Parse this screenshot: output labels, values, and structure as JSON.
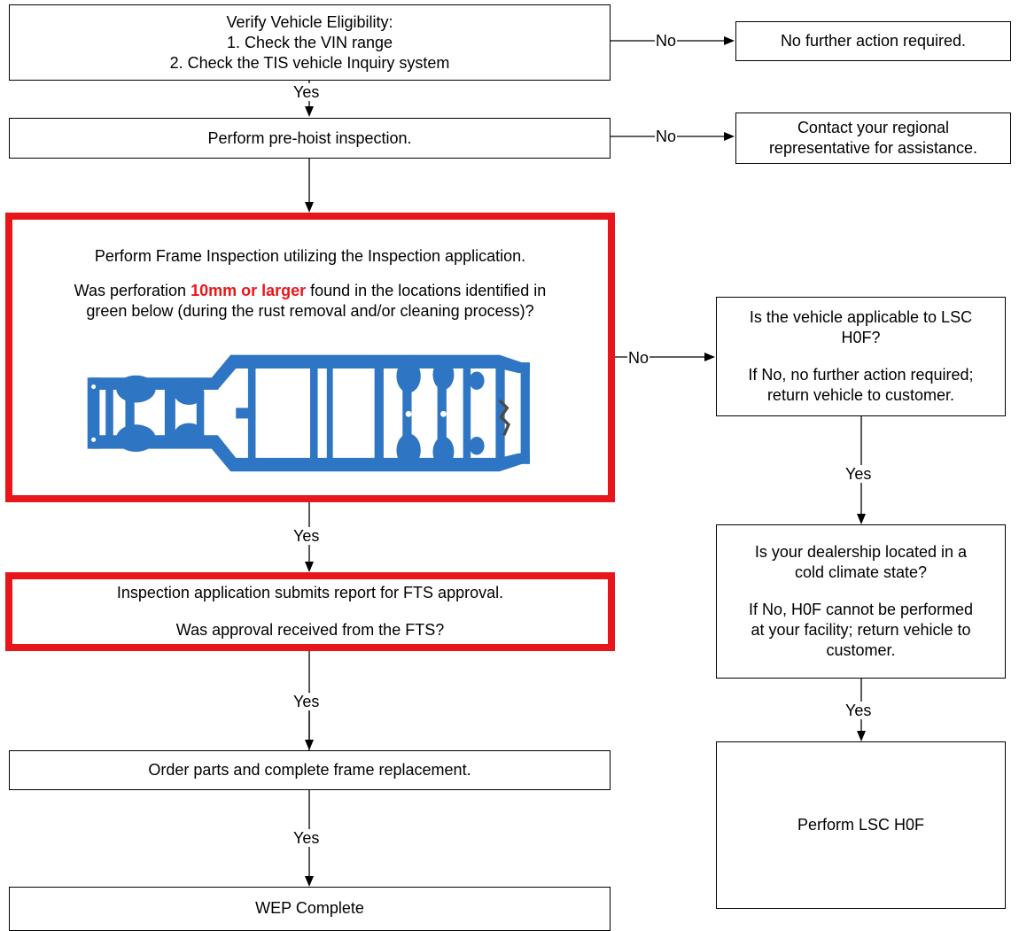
{
  "colors": {
    "highlight": "#e8161b",
    "frame": "#2e75c3",
    "frame_dark": "#1f5ea8",
    "inspection_zone": "#4a4a4a"
  },
  "nodes": {
    "verify": {
      "line1": "Verify Vehicle Eligibility:",
      "line2": "1. Check the VIN range",
      "line3": "2. Check the TIS vehicle Inquiry system"
    },
    "no_action": {
      "text": "No further action required."
    },
    "prehoist": {
      "text": "Perform pre-hoist inspection."
    },
    "contact": {
      "line1": "Contact your regional",
      "line2": "representative for assistance."
    },
    "frame_inspection": {
      "line1": "Perform Frame Inspection utilizing the Inspection application.",
      "q_before": "Was perforation ",
      "q_highlight": "10mm or larger",
      "q_after": " found in the locations identified in",
      "q_line2": "green below (during the rust removal and/or cleaning process)?"
    },
    "fts": {
      "line1": "Inspection application submits report for FTS approval.",
      "line2": "Was approval received from the FTS?"
    },
    "order_parts": {
      "text": "Order parts and complete frame replacement."
    },
    "wep": {
      "text": "WEP Complete"
    },
    "lsc_applicable": {
      "line1": "Is the vehicle applicable to LSC",
      "line2": "H0F?",
      "line3": "If No, no further action required;",
      "line4": "return vehicle to customer."
    },
    "cold_climate": {
      "line1": "Is your dealership located in a",
      "line2": "cold climate state?",
      "line3": "If No, H0F cannot be performed",
      "line4": "at your facility; return vehicle to",
      "line5": "customer."
    },
    "perform_lsc": {
      "text": "Perform LSC H0F"
    }
  },
  "edges": {
    "verify_no": "No",
    "verify_yes": "Yes",
    "prehoist_no": "No",
    "frame_no": "No",
    "frame_yes": "Yes",
    "fts_yes": "Yes",
    "order_yes": "Yes",
    "lsc_yes": "Yes",
    "cold_yes": "Yes"
  }
}
